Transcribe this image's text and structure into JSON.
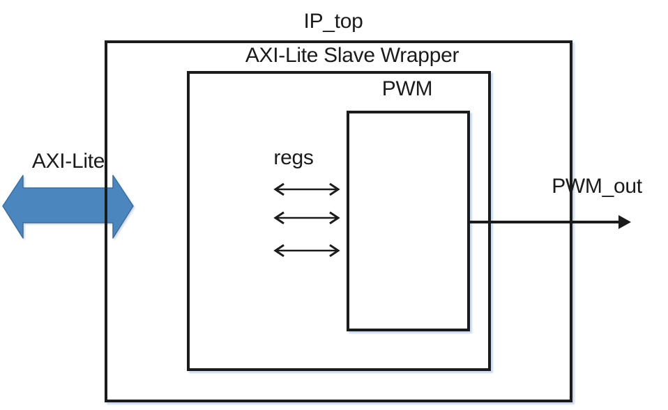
{
  "labels": {
    "outer_box": "IP_top",
    "wrapper_box": "AXI-Lite Slave Wrapper",
    "pwm_box": "PWM",
    "regs": "regs",
    "axi_lite": "AXI-Lite",
    "pwm_out": "PWM_out"
  },
  "colors": {
    "line_black": "#1b1b1b",
    "axi_arrow_fill": "#4c86be",
    "axi_arrow_stroke": "#3e6d9c",
    "shadow_blue": "#aec4e8"
  }
}
